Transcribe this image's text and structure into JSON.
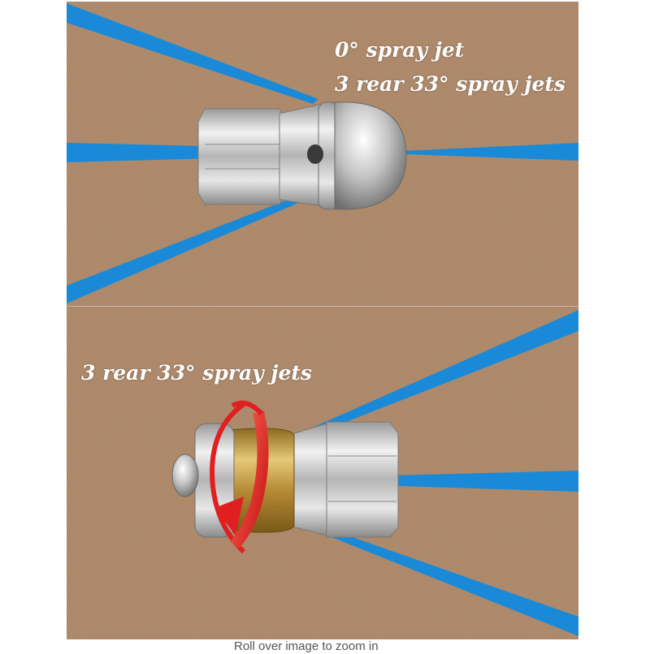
{
  "top_panel": {
    "label_line1": "0° spray jet",
    "label_line2": "3 rear 33° spray jets",
    "nozzle": "stainless-steel-nozzle"
  },
  "bottom_panel": {
    "label": "3 rear 33° spray jets",
    "nozzle": "rotating-brass-nozzle",
    "rotation_icon": "red-rotation-arrow-icon"
  },
  "footer_hint": "Roll over image to zoom in",
  "colors": {
    "background_sand": "#b08a6a",
    "spray_blue": "#1a8ad8",
    "steel": "#c8c8c8",
    "brass": "#c8a040",
    "arrow_red": "#e02020",
    "label_text": "#ffffff"
  }
}
